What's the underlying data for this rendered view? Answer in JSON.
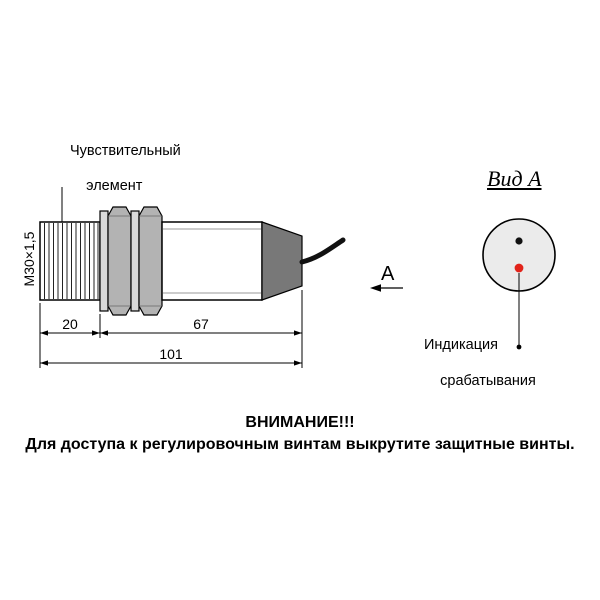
{
  "drawing": {
    "sensing_element": {
      "line1": "Чувствительный",
      "line2": "элемент"
    },
    "thread_label": "М30×1,5",
    "dims": {
      "d20": "20",
      "d67": "67",
      "d101": "101"
    },
    "view_arrow_label": "А"
  },
  "view_a": {
    "title": "Вид А",
    "indication": {
      "line1": "Индикация",
      "line2": "срабатывания"
    }
  },
  "warning": {
    "title": "ВНИМАНИЕ!!!",
    "text": "Для доступа к регулировочным винтам выкрутите защитные винты."
  },
  "colors": {
    "led": "#e2231a",
    "screw": "#111111",
    "nut": "#b3b3b3",
    "washer": "#d9d9d9",
    "cap": "#787878"
  }
}
